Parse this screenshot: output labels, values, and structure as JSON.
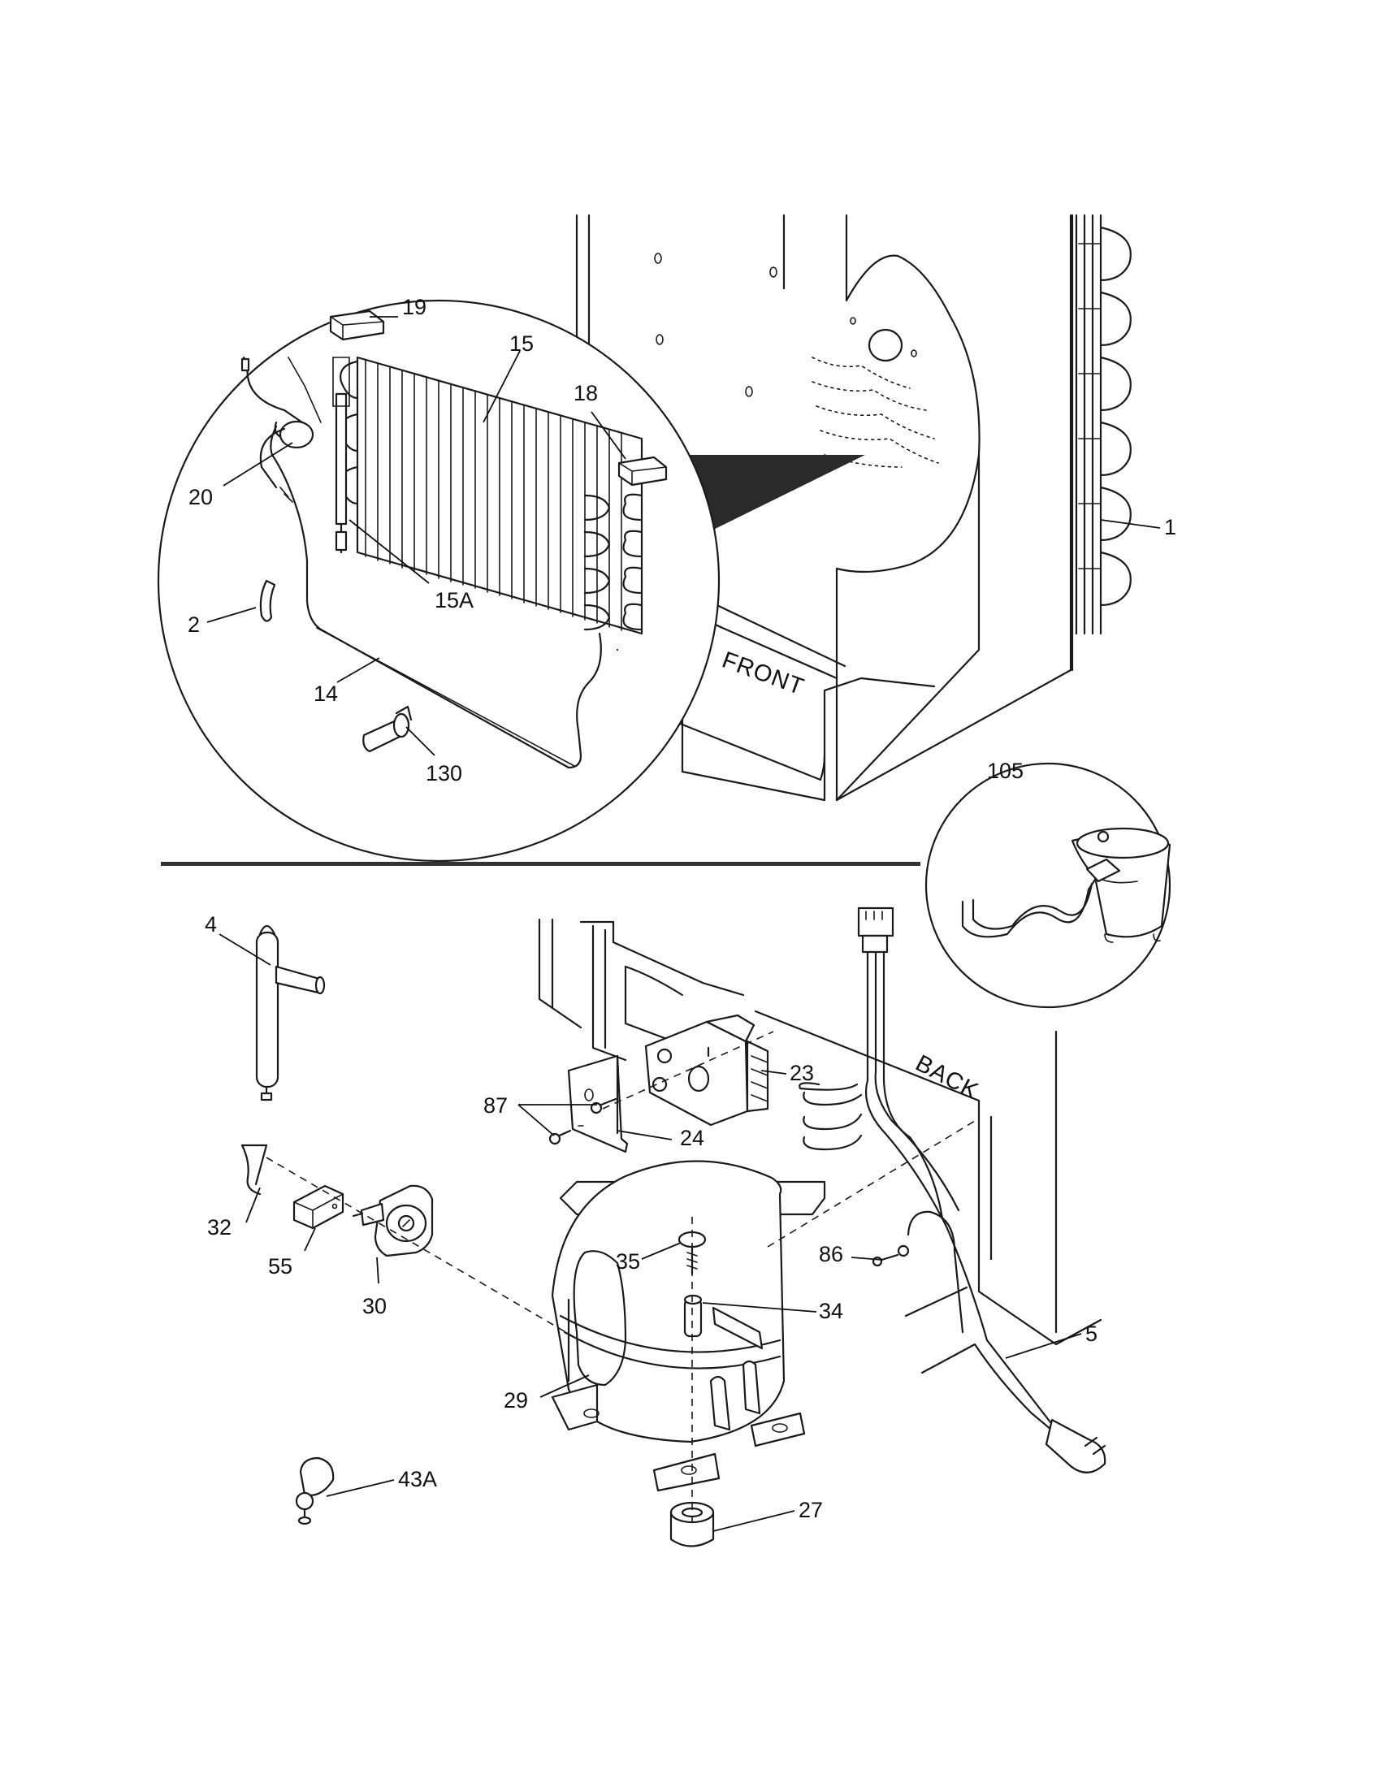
{
  "labels": {
    "p1": "1",
    "p2": "2",
    "p4": "4",
    "p5": "5",
    "p14": "14",
    "p15": "15",
    "p15a": "15A",
    "p18": "18",
    "p19": "19",
    "p20": "20",
    "p23": "23",
    "p24": "24",
    "p27": "27",
    "p29": "29",
    "p30": "30",
    "p32": "32",
    "p34": "34",
    "p35": "35",
    "p43a": "43A",
    "p55": "55",
    "p86": "86",
    "p87": "87",
    "p105": "105",
    "p130": "130"
  },
  "words": {
    "front": "FRONT",
    "back": "BACK"
  },
  "colors": {
    "ink": "#1a1a1a",
    "paper": "#ffffff",
    "separator": "#333333"
  }
}
